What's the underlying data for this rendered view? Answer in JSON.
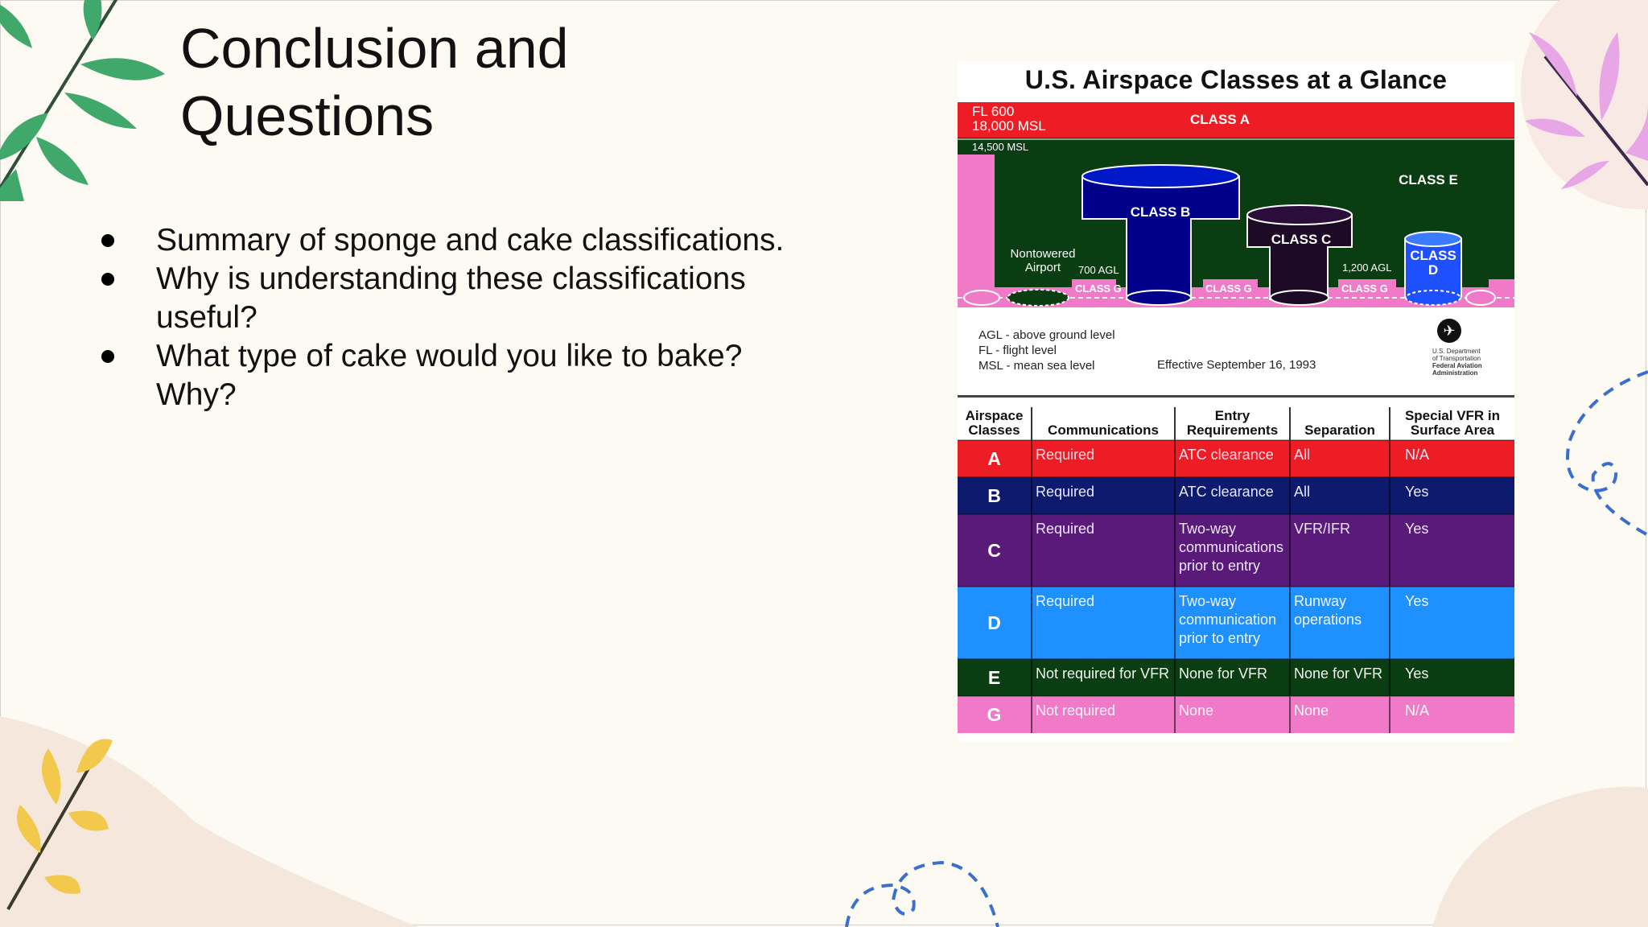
{
  "slide": {
    "title": "Conclusion and\nQuestions",
    "bullets": [
      "Summary of sponge and cake classifications.",
      "Why is understanding these classifications useful?",
      "What type of cake would you like to bake? Why?"
    ]
  },
  "infographic": {
    "title": "U.S. Airspace Classes at a Glance",
    "diagram": {
      "fl600": "FL 600",
      "msl18000": "18,000 MSL",
      "msl14500": "14,500 MSL",
      "class_a": "CLASS A",
      "class_b": "CLASS B",
      "class_c": "CLASS C",
      "class_d_line1": "CLASS",
      "class_d_line2": "D",
      "class_e": "CLASS E",
      "class_g": "CLASS G",
      "nontowered_line1": "Nontowered",
      "nontowered_line2": "Airport",
      "agl700": "700 AGL",
      "agl1200": "1,200 AGL"
    },
    "legend": [
      "AGL - above ground level",
      "FL    - flight level",
      "MSL - mean sea level"
    ],
    "effective": "Effective September 16, 1993",
    "faa": {
      "line1": "U.S. Department",
      "line2": "of Transportation",
      "line3": "Federal Aviation",
      "line4": "Administration"
    },
    "table": {
      "headers": [
        "Airspace Classes",
        "Communications",
        "Entry Requirements",
        "Separation",
        "Special VFR in Surface Area"
      ],
      "rows": [
        {
          "cls": "A",
          "comm": "Required",
          "entry": "ATC clearance",
          "sep": "All",
          "vfr": "N/A"
        },
        {
          "cls": "B",
          "comm": "Required",
          "entry": "ATC clearance",
          "sep": "All",
          "vfr": "Yes"
        },
        {
          "cls": "C",
          "comm": "Required",
          "entry": "Two-way communications prior to entry",
          "sep": "VFR/IFR",
          "vfr": "Yes"
        },
        {
          "cls": "D",
          "comm": "Required",
          "entry": "Two-way communication prior to entry",
          "sep": "Runway operations",
          "vfr": "Yes"
        },
        {
          "cls": "E",
          "comm": "Not required for VFR",
          "entry": "None for VFR",
          "sep": "None for VFR",
          "vfr": "Yes"
        },
        {
          "cls": "G",
          "comm": "Not required",
          "entry": "None",
          "sep": "None",
          "vfr": "N/A"
        }
      ]
    }
  },
  "colors": {
    "background": "#fdf9f3",
    "class_a": "#ee1c24",
    "class_b": "#0d1a6e",
    "class_c": "#5a1a7a",
    "class_d": "#1e90ff",
    "class_e": "#0a3d12",
    "class_g": "#f07ac8",
    "leaf_green": "#3fa86a",
    "leaf_yellow": "#f2c94c",
    "leaf_pink": "#e7a6e5",
    "dash_blue": "#3a6fd1"
  }
}
